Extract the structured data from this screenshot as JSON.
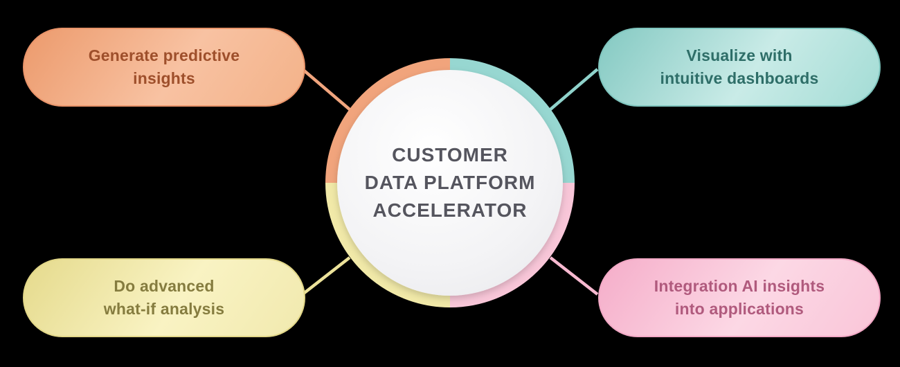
{
  "background_color": "#000000",
  "center": {
    "label": "CUSTOMER\nDATA PLATFORM\nACCELERATOR",
    "text_color": "#55555e",
    "fill_center": "#ffffff",
    "fill_edge": "#ededef"
  },
  "nodes": [
    {
      "id": "generate-predictive-insights",
      "position": "top-left",
      "label": "Generate predictive\ninsights",
      "pill_color": "#f3ae87",
      "text_color": "#9e4f2b",
      "ring_color": "#f1a47c",
      "connector_color": "#f1a57e"
    },
    {
      "id": "visualize-dashboards",
      "position": "top-right",
      "label": "Visualize with\nintuitive dashboards",
      "pill_color": "#a3dcd5",
      "text_color": "#2e6e68",
      "ring_color": "#97d7d1",
      "connector_color": "#8fd2cb"
    },
    {
      "id": "what-if-analysis",
      "position": "bottom-left",
      "label": "Do advanced\nwhat-if analysis",
      "pill_color": "#f1e9ae",
      "text_color": "#857c3f",
      "ring_color": "#f1e9a8",
      "connector_color": "#ecE29a"
    },
    {
      "id": "integrate-ai-insights",
      "position": "bottom-right",
      "label": "Integration AI insights\ninto applications",
      "pill_color": "#f9c5d8",
      "text_color": "#b05a7d",
      "ring_color": "#f8c6d8",
      "connector_color": "#f7b9d0"
    }
  ]
}
